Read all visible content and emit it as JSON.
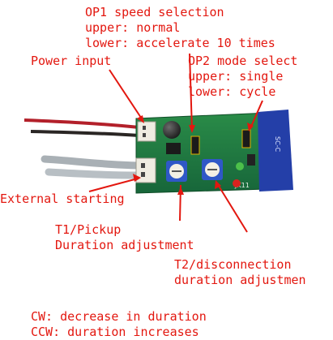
{
  "labels": {
    "op1": [
      "OP1 speed selection",
      "upper: normal",
      "lower: accelerate 10 times"
    ],
    "power": "Power input",
    "op2": [
      "OP2 mode select",
      "upper: single",
      "lower: cycle"
    ],
    "external": "External starting",
    "t1": [
      "T1/Pickup",
      "Duration adjustment"
    ],
    "t2": [
      "T2/disconnection",
      "duration adjustmen"
    ],
    "cw": [
      "CW: decrease in duration",
      "CCW: duration increases"
    ]
  },
  "board": {
    "silkscreen_text": "JK11",
    "side_marking": "SC-C"
  },
  "colors": {
    "label": "#e3170f",
    "pcb": "#1e7a3a",
    "pcb_dark": "#135a2a",
    "wire_red": "#b3202a",
    "wire_black": "#2a2624",
    "wire_grey": "#a9b0b5",
    "terminal": "#efece1",
    "pot_body": "#2f58c7",
    "relay": "#243fa8",
    "led_green": "#4cc04a",
    "led_red": "#d8231f"
  }
}
